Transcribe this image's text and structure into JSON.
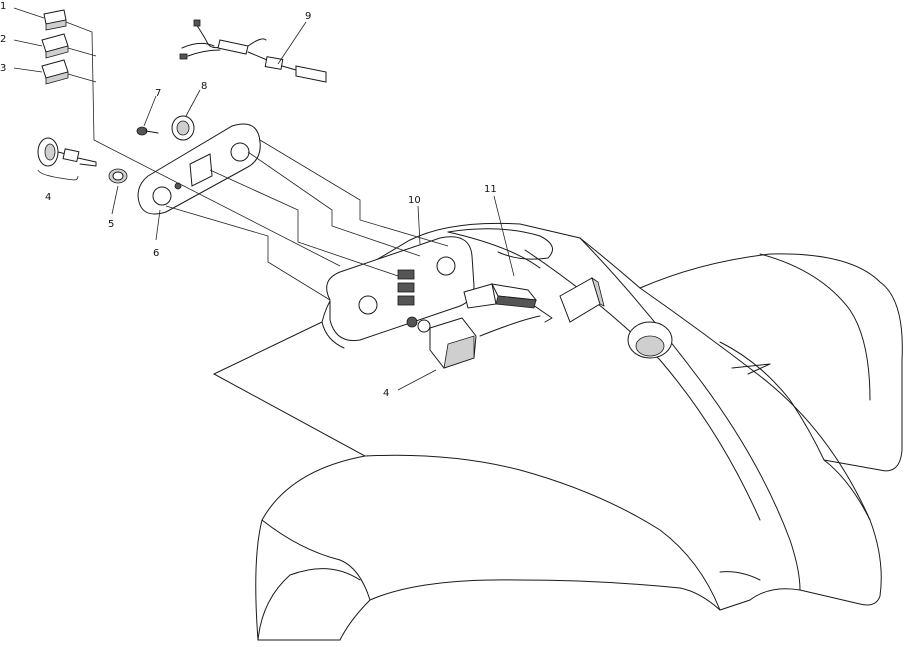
{
  "callouts": {
    "c1": "1",
    "c2": "2",
    "c3": "3",
    "c4_left": "4",
    "c5": "5",
    "c6": "6",
    "c7": "7",
    "c8": "8",
    "c9": "9",
    "c10": "10",
    "c11": "11",
    "c4_lower": "4"
  }
}
